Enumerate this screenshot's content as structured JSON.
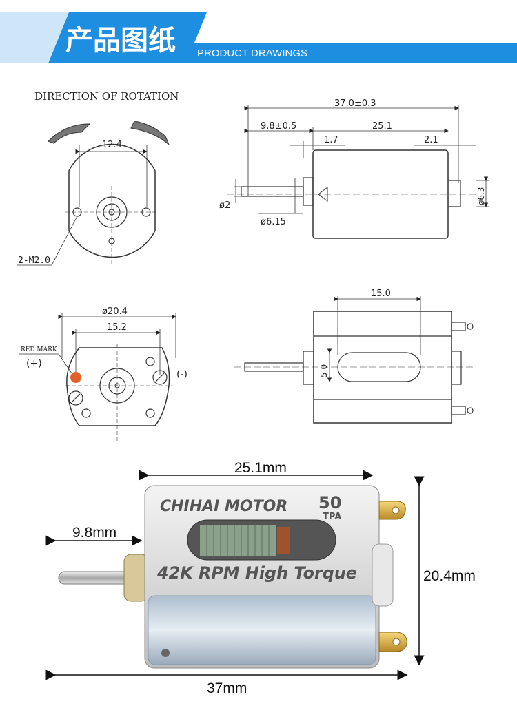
{
  "header": {
    "title_cn": "产品图纸",
    "subtitle": "PRODUCT DRAWINGS",
    "accent_color": "#1e8ee0"
  },
  "front_view": {
    "direction_label": "DIRECTION OF ROTATION",
    "dim_hole_spacing": "12.4",
    "screw_label": "2-M2.0"
  },
  "side_view": {
    "dim_overall": "37.0±0.3",
    "dim_shaft_length": "9.8±0.5",
    "dim_body_length": "25.1",
    "dim_boss": "1.7",
    "dim_terminal": "2.1",
    "dim_shaft_dia": "ø2",
    "dim_boss_dia": "ø6.15",
    "dim_end_dia": "ø6.3"
  },
  "rear_view": {
    "dim_diameter": "ø20.4",
    "dim_terminal_spacing": "15.2",
    "red_mark_label": "RED MARK",
    "plus_label": "(+)",
    "minus_label": "(-)",
    "red_mark_color": "#e0602a"
  },
  "top_view": {
    "dim_window_length": "15.0",
    "dim_window_width": "5.0"
  },
  "photo": {
    "dim_body": "25.1mm",
    "dim_shaft": "9.8mm",
    "dim_height": "20.4mm",
    "dim_total": "37mm",
    "brand_text": "CHIHAI MOTOR",
    "model_number": "50",
    "model_suffix": "TPA",
    "spec_text": "42K RPM High Torque"
  }
}
